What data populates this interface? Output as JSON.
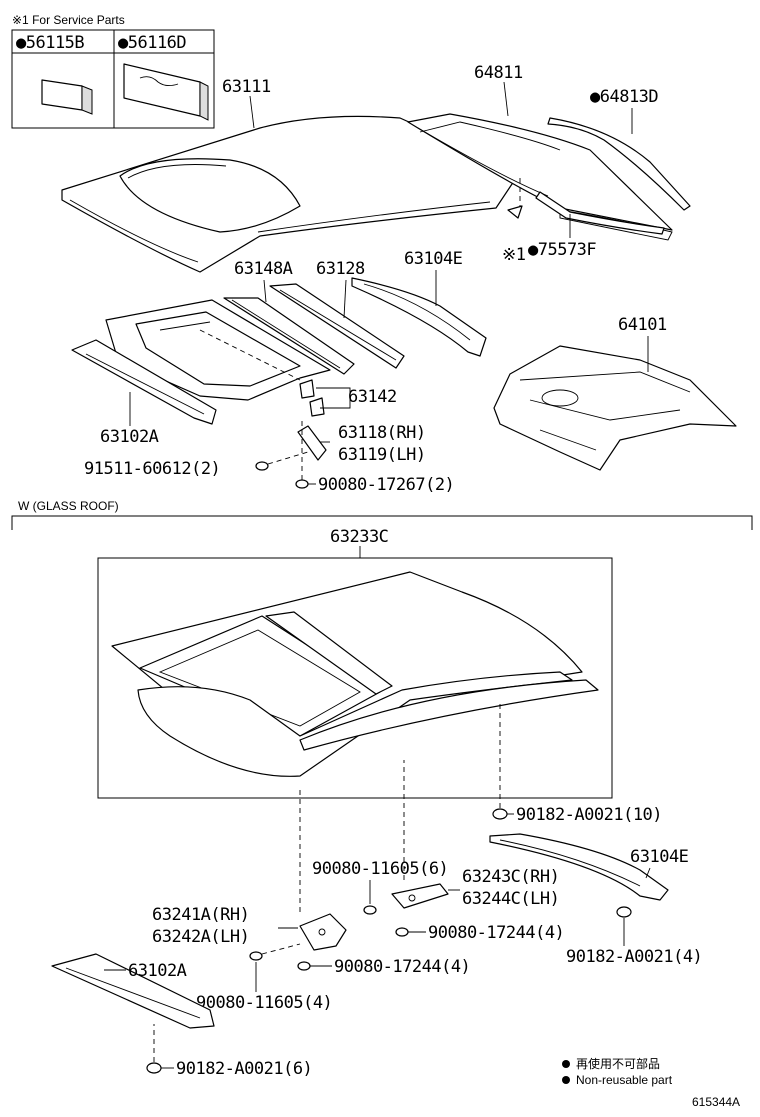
{
  "service_note": "※1 For Service Parts",
  "service_parts": [
    {
      "label": "●56115B"
    },
    {
      "label": "●56116D"
    }
  ],
  "section_title": "W (GLASS ROOF)",
  "part_labels": {
    "p63111": "63111",
    "p64811": "64811",
    "p64813D": "●64813D",
    "p75573F": "●75573F",
    "note_ref": "※1",
    "p63148A": "63148A",
    "p63128": "63128",
    "p63104E_top": "63104E",
    "p64101": "64101",
    "p63142": "63142",
    "p63102A_top": "63102A",
    "p63118": "63118(RH)",
    "p63119": "63119(LH)",
    "p91511": "91511-60612(2)",
    "p90080_17267": "90080-17267(2)",
    "p63233C": "63233C",
    "p90182_a10": "90182-A0021(10)",
    "p90080_11605_6": "90080-11605(6)",
    "p63243C": "63243C(RH)",
    "p63244C": "63244C(LH)",
    "p63104E_bottom": "63104E",
    "p63241A": "63241A(RH)",
    "p63242A": "63242A(LH)",
    "p90080_17244_4a": "90080-17244(4)",
    "p90080_17244_4b": "90080-17244(4)",
    "p90182_a4": "90182-A0021(4)",
    "p63102A_bottom": "63102A",
    "p90080_11605_4": "90080-11605(4)",
    "p90182_a6": "90182-A0021(6)"
  },
  "legend": {
    "reuse_jp": "再使用不可部品",
    "reuse_en": "Non-reusable part"
  },
  "diagram_id": "615344A"
}
